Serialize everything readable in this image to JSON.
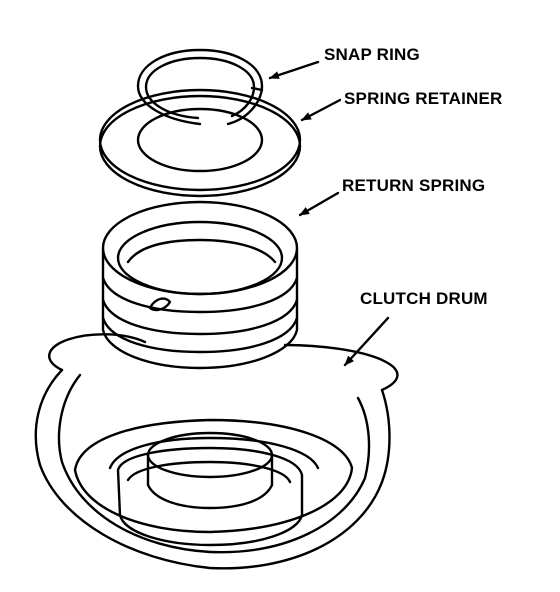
{
  "diagram": {
    "labels": {
      "snap_ring": "SNAP RING",
      "spring_retainer": "SPRING RETAINER",
      "return_spring": "RETURN SPRING",
      "clutch_drum": "CLUTCH DRUM"
    },
    "colors": {
      "line": "#000000",
      "background": "#ffffff"
    }
  }
}
